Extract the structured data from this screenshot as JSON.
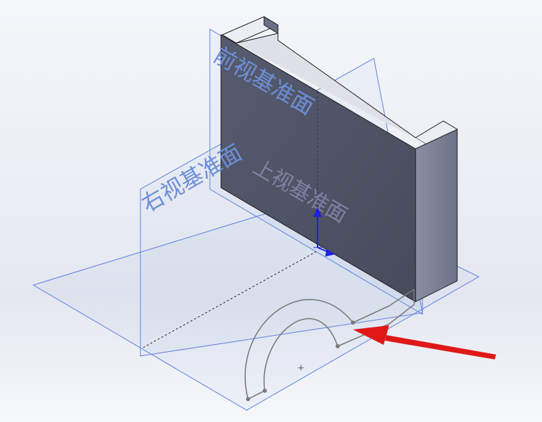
{
  "plane_labels": {
    "front": "前视基准面",
    "right": "右视基准面",
    "top": "上视基准面"
  },
  "colors": {
    "plane_outline": "#5b7fe0",
    "wall_face": "#4b5062",
    "wall_side": "#777c90",
    "wall_top": "#e6e7ec",
    "sketch": "#7a7a7a",
    "arrow": "#e01818",
    "axis": "#1f1fe6"
  },
  "icons": {
    "origin": "origin-icon",
    "annotation": "red-arrow-icon",
    "sketch_center": "center-mark-icon"
  }
}
